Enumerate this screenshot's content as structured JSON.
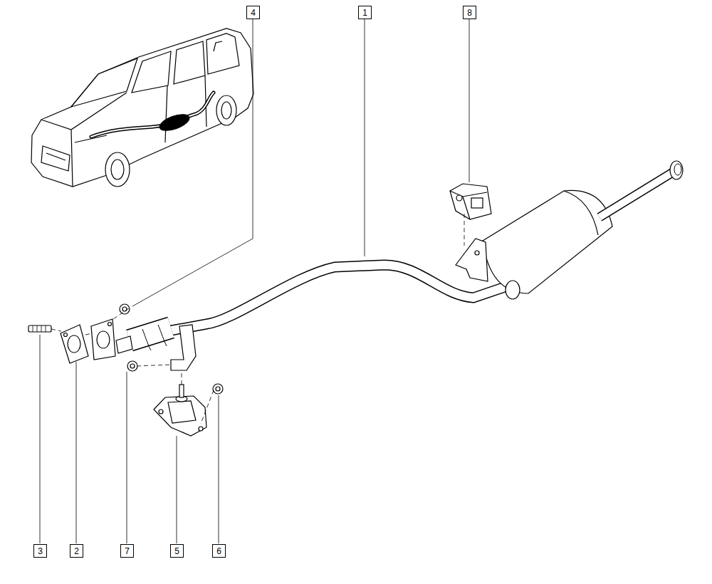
{
  "diagram": {
    "nodes": [
      {
        "text": [
          "4"
        ]
      },
      {
        "text": [
          "1"
        ]
      },
      {
        "text": [
          "8"
        ]
      },
      {
        "text": [
          "3"
        ]
      },
      {
        "text": [
          "2"
        ]
      },
      {
        "text": [
          "7"
        ]
      },
      {
        "text": [
          "5"
        ]
      },
      {
        "text": [
          "6"
        ]
      }
    ]
  }
}
